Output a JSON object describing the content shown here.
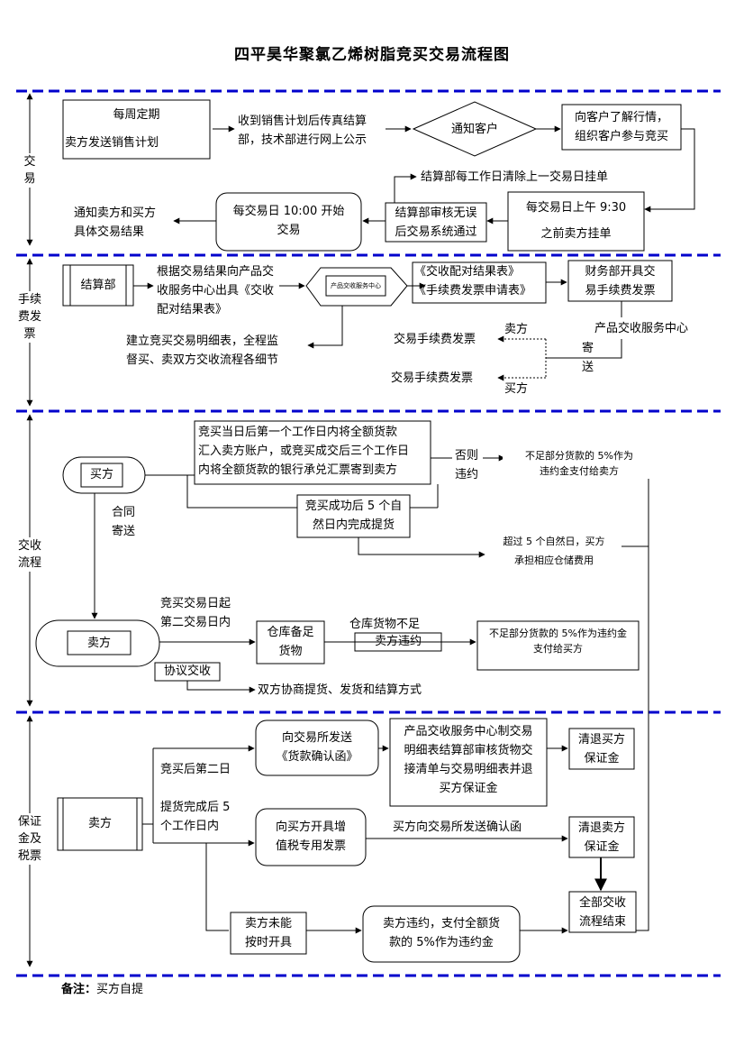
{
  "title": "四平昊华聚氯乙烯树脂竞买交易流程图",
  "sections": {
    "trade": [
      "交",
      "易"
    ],
    "fee": [
      "手续",
      "费发",
      "票"
    ],
    "delivery": [
      "交收",
      "流程"
    ],
    "deposit": [
      "保证",
      "金及",
      "税票"
    ]
  },
  "trade": {
    "weekly": [
      "每周定期",
      "卖方发送销售计划"
    ],
    "settle_publish": [
      "收到销售计划后传真结算",
      "部，技术部进行网上公示"
    ],
    "notify_client": "通知客户",
    "client_info": [
      "向客户了解行情，",
      "组织客户参与竞买"
    ],
    "clear_orders": "结算部每工作日清除上一交易日挂单",
    "morning": [
      "每交易日上午 9:30",
      "之前卖方挂单"
    ],
    "audit": [
      "结算部审核无误",
      "后交易系统通过"
    ],
    "start": [
      "每交易日 10:00 开始",
      "交易"
    ],
    "notify_result": [
      "通知卖方和买方",
      "具体交易结果"
    ]
  },
  "fee": {
    "settle_dept": "结算部",
    "issue": [
      "根据交易结果向产品交",
      "收服务中心出具《交收",
      "配对结果表》"
    ],
    "center_small": "产品交收服务中心",
    "forms": [
      "《交收配对结果表》",
      "《手续费发票申请表》"
    ],
    "finance": [
      "财务部开具交",
      "易手续费发票"
    ],
    "center": "产品交收服务中心",
    "detail": [
      "建立竞买交易明细表，全程监",
      "督买、卖双方交收流程各细节"
    ],
    "invoice_seller": "交易手续费发票",
    "invoice_buyer": "交易手续费发票",
    "seller": "卖方",
    "buyer": "买方",
    "mail": [
      "寄",
      "送"
    ]
  },
  "delivery": {
    "buyer": "买方",
    "payment": [
      "竞买当日后第一个工作日内将全额货款",
      "汇入卖方账户，或竞买成交后三个工作日",
      "内将全额货款的银行承兑汇票寄到卖方"
    ],
    "else_violate": [
      "否则",
      "违约"
    ],
    "penalty_buyer": [
      "不足部分货款的 5%作为",
      "违约金支付给卖方"
    ],
    "pickup": [
      "竞买成功后 5 个自",
      "然日内完成提货"
    ],
    "storage_fee": [
      "超过 5 个自然日，买方",
      "承担相应仓储费用"
    ],
    "contract_mail": [
      "合同",
      "寄送"
    ],
    "seller": "卖方",
    "second_day": [
      "竞买交易日起",
      "第二交易日内"
    ],
    "warehouse": [
      "仓库备足",
      "货物"
    ],
    "shortage": "仓库货物不足",
    "seller_violate": "卖方违约",
    "penalty_seller": [
      "不足部分货款的 5%作为违约金",
      "支付给买方"
    ],
    "agreement": "协议交收",
    "negotiate": "双方协商提货、发货和结算方式"
  },
  "deposit": {
    "seller": "卖方",
    "after_second_day": "竞买后第二日",
    "after_pickup": [
      "提货完成后 5",
      "个工作日内"
    ],
    "send_confirm": [
      "向交易所发送",
      "《货款确认函》"
    ],
    "center_detail": [
      "产品交收服务中心制交易",
      "明细表结算部审核货物交",
      "接清单与交易明细表并退",
      "买方保证金"
    ],
    "refund_buyer": [
      "清退买方",
      "保证金"
    ],
    "vat": [
      "向买方开具增",
      "值税专用发票"
    ],
    "buyer_confirm": "买方向交易所发送确认函",
    "refund_seller": [
      "清退卖方",
      "保证金"
    ],
    "all_done": [
      "全部交收",
      "流程结束"
    ],
    "late": [
      "卖方未能",
      "按时开具"
    ],
    "seller_violate": [
      "卖方违约，支付全额货",
      "款的 5%作为违约金"
    ]
  },
  "note": {
    "label": "备注：",
    "text": "买方自提"
  }
}
